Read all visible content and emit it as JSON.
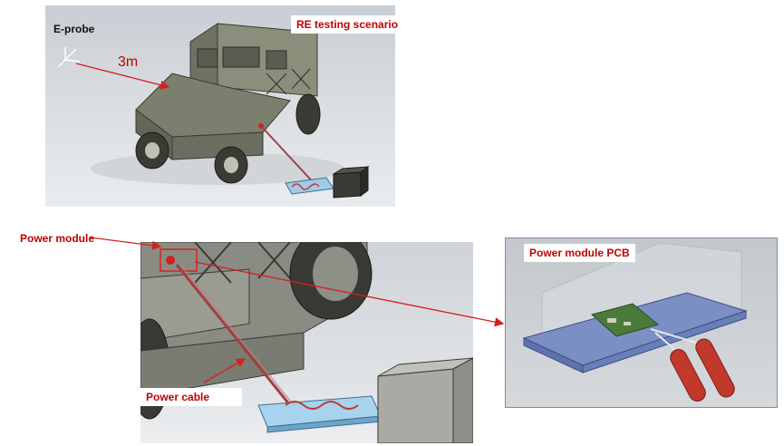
{
  "labels": {
    "eprobe": "E-probe",
    "distance": "3m",
    "scenario": "RE testing scenario",
    "power_module": "Power module",
    "pcb": "Power module PCB",
    "power_cable": "Power cable"
  },
  "colors": {
    "annotation_red": "#c00000",
    "vehicle_gray": "#7d7f6e",
    "pcb_blue": "#7b8fc4",
    "cable_red": "#c0392b",
    "board_blue": "#9fcbe8"
  }
}
